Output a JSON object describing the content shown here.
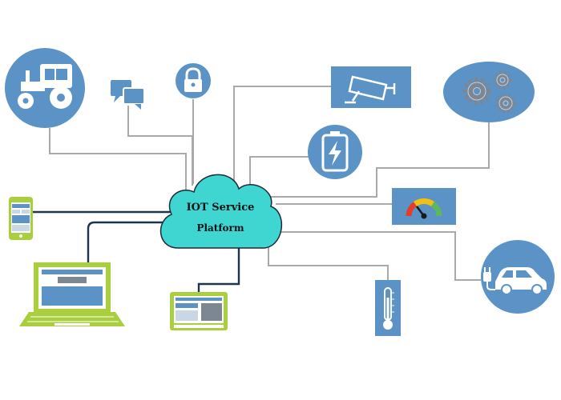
{
  "diagram": {
    "center": {
      "line1": "IOT Service",
      "line2": "Platform"
    },
    "colors": {
      "cloud": "#3fd6d2",
      "cloud_stroke": "#1c2a3a",
      "device_blue": "#5b93c7",
      "gray_link": "#a9a9a9",
      "dark_link": "#1e3550",
      "green_device": "#a9cf3f",
      "white": "#ffffff"
    },
    "nodes": [
      {
        "id": "tractor",
        "icon": "tractor-icon"
      },
      {
        "id": "chat",
        "icon": "chat-bubbles-icon"
      },
      {
        "id": "lock",
        "icon": "lock-icon"
      },
      {
        "id": "camera",
        "icon": "security-camera-icon"
      },
      {
        "id": "gears",
        "icon": "gears-icon"
      },
      {
        "id": "battery",
        "icon": "battery-charging-icon"
      },
      {
        "id": "gauge",
        "icon": "gauge-meter-icon"
      },
      {
        "id": "car",
        "icon": "electric-car-icon"
      },
      {
        "id": "thermometer",
        "icon": "thermometer-icon"
      },
      {
        "id": "tablet",
        "icon": "tablet-icon"
      },
      {
        "id": "laptop",
        "icon": "laptop-icon"
      },
      {
        "id": "phone",
        "icon": "smartphone-icon"
      }
    ]
  }
}
